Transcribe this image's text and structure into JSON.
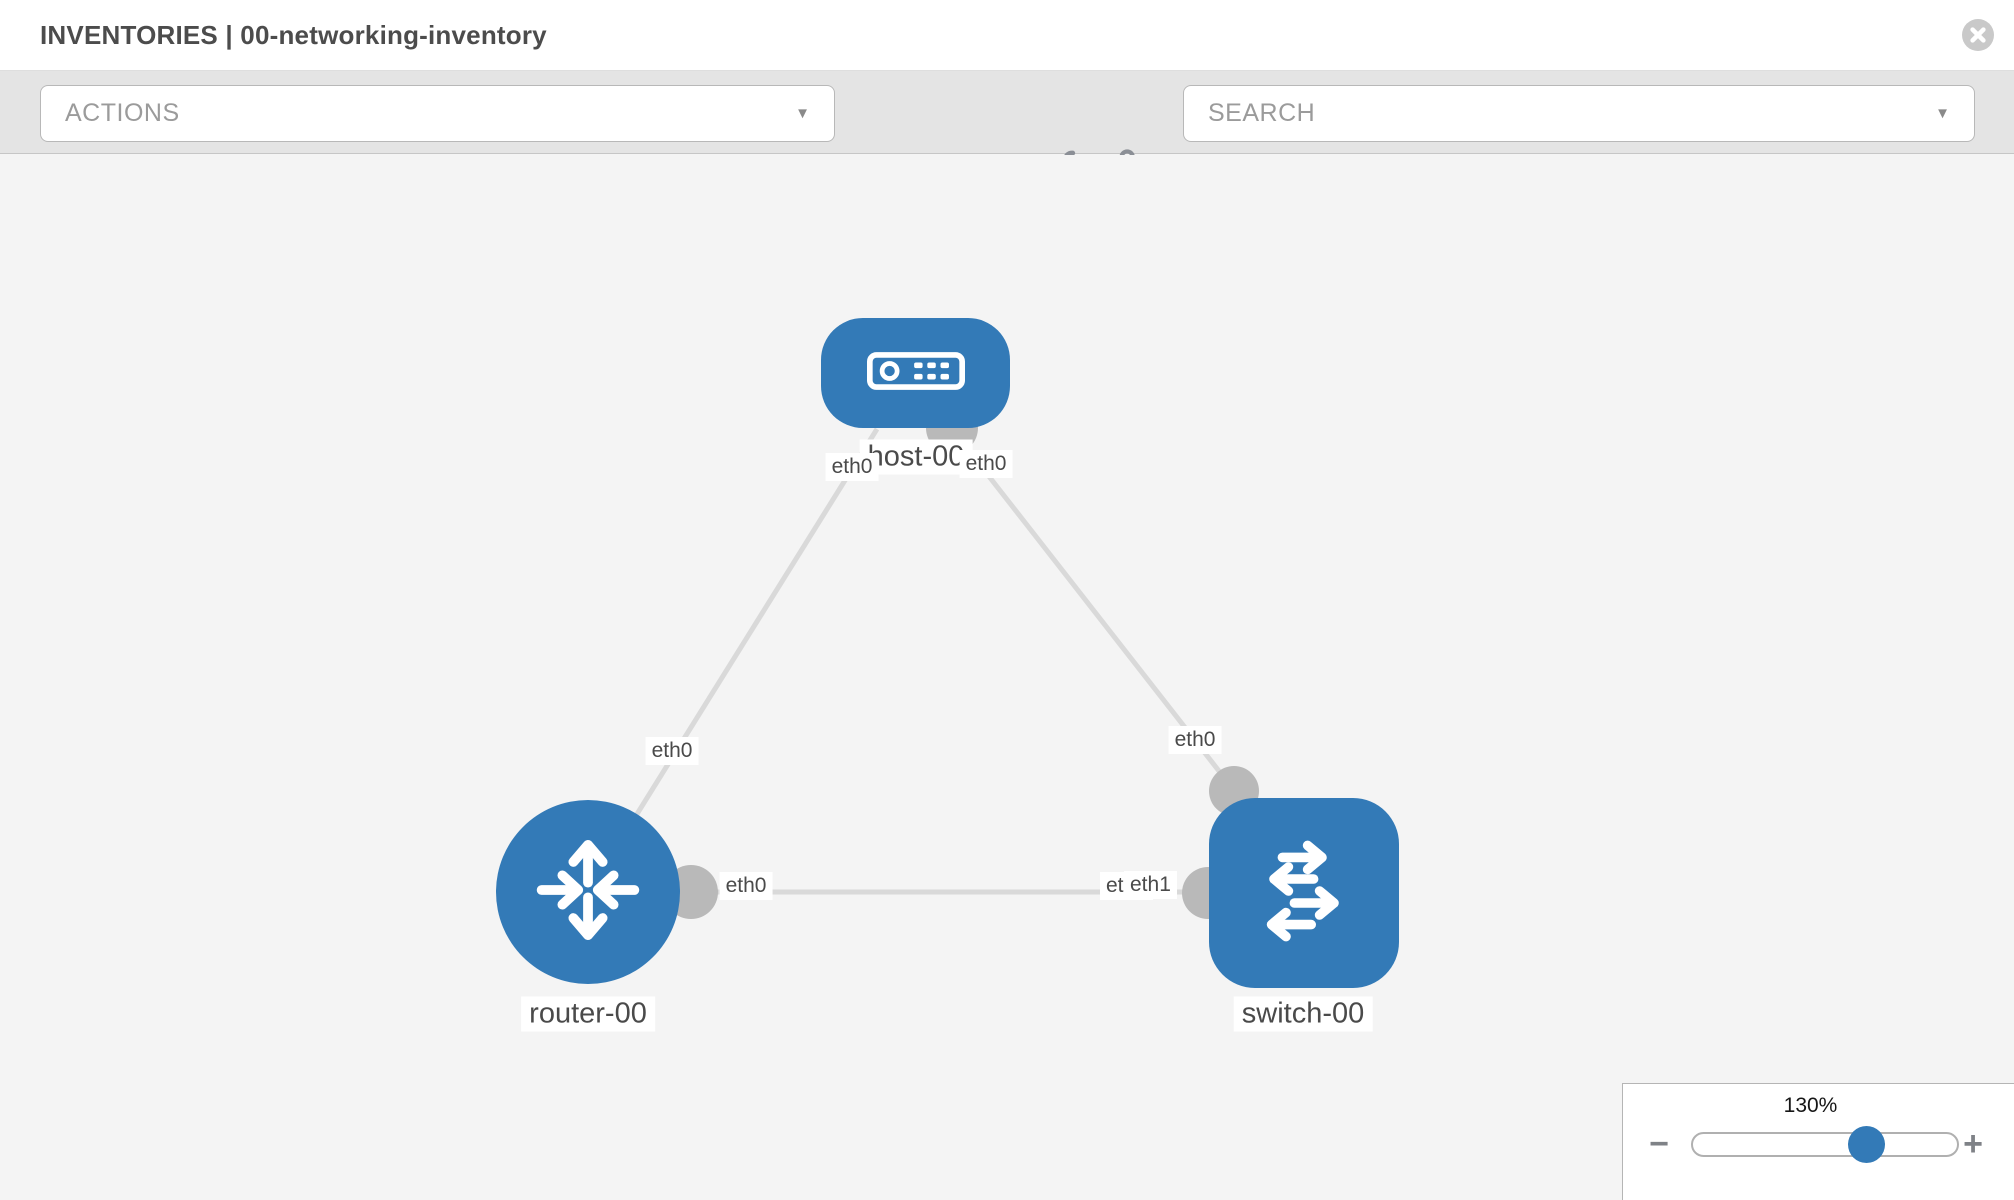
{
  "header": {
    "title": "INVENTORIES | 00-networking-inventory"
  },
  "toolbar": {
    "actions_placeholder": "ACTIONS",
    "search_placeholder": "SEARCH"
  },
  "icons": {
    "caret_down": "▼"
  },
  "topology": {
    "nodes": [
      {
        "id": "host-00",
        "type": "host",
        "label": "host-00"
      },
      {
        "id": "router-00",
        "type": "router",
        "label": "router-00"
      },
      {
        "id": "switch-00",
        "type": "switch",
        "label": "switch-00"
      }
    ],
    "links": [
      {
        "from": "host-00",
        "to": "router-00",
        "from_interface": "eth0",
        "to_interface": "eth0"
      },
      {
        "from": "host-00",
        "to": "switch-00",
        "from_interface": "eth0",
        "to_interface": "eth0"
      },
      {
        "from": "router-00",
        "to": "switch-00",
        "from_interface": "eth0",
        "to_interfaces_overlapping": [
          "eth0",
          "eth1"
        ]
      }
    ]
  },
  "zoom_control": {
    "level": "130%",
    "minus_label": "−",
    "plus_label": "+"
  },
  "colors": {
    "node_blue": "#337ab7",
    "link_gray": "#d9d9d9",
    "connector_gray": "#b9b9b9",
    "slider_thumb_blue": "#337ab7"
  }
}
